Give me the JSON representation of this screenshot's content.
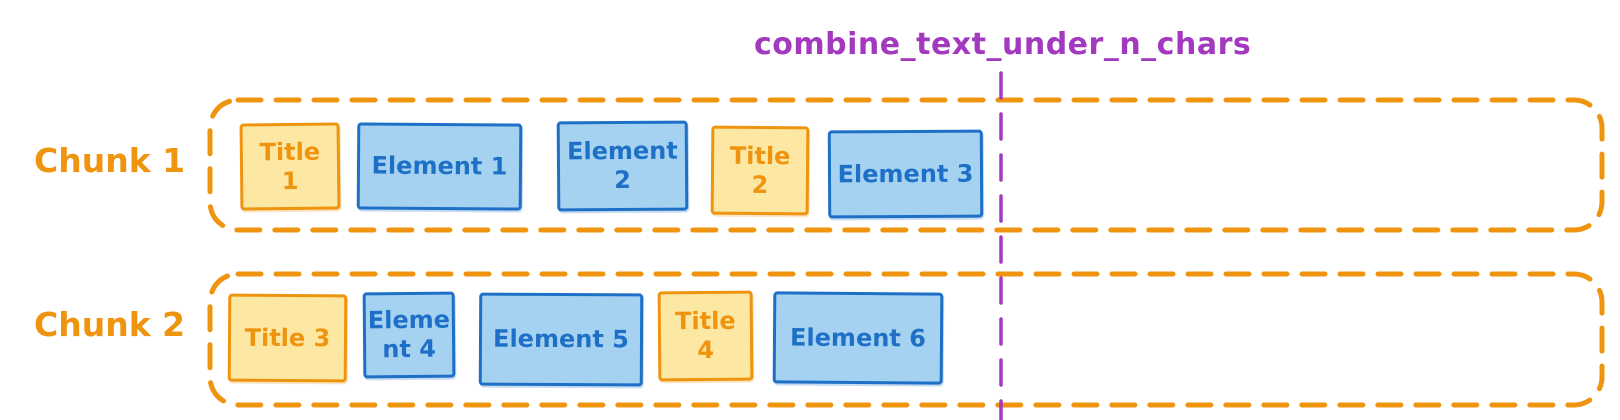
{
  "colors": {
    "orange": "#EF940E",
    "yellow_fill": "#FCE8A3",
    "blue": "#1E70C7",
    "blue_fill": "#A6D2F2",
    "purple": "#A239BE",
    "background": "#FFFFFF"
  },
  "annotation": {
    "label": "combine_text_under_n_chars"
  },
  "chunks": [
    {
      "label": "Chunk 1",
      "items": [
        {
          "type": "title",
          "text": "Title 1",
          "display": "Title\n1"
        },
        {
          "type": "element",
          "text": "Element 1",
          "display": "Element 1"
        },
        {
          "type": "element",
          "text": "Element 2",
          "display": "Element\n2"
        },
        {
          "type": "title",
          "text": "Title 2",
          "display": "Title\n2"
        },
        {
          "type": "element",
          "text": "Element 3",
          "display": "Element 3"
        }
      ]
    },
    {
      "label": "Chunk 2",
      "items": [
        {
          "type": "title",
          "text": "Title 3",
          "display": "Title 3"
        },
        {
          "type": "element",
          "text": "Element 4",
          "display": "Eleme\nnt 4"
        },
        {
          "type": "element",
          "text": "Element 5",
          "display": "Element 5"
        },
        {
          "type": "title",
          "text": "Title 4",
          "display": "Title\n4"
        },
        {
          "type": "element",
          "text": "Element 6",
          "display": "Element 6"
        }
      ]
    }
  ]
}
